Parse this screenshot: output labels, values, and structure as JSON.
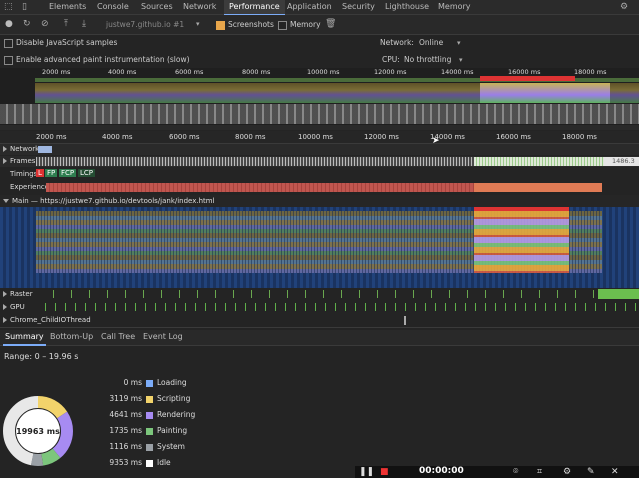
{
  "tabs": [
    "Elements",
    "Console",
    "Sources",
    "Network",
    "Performance",
    "Application",
    "Security",
    "Lighthouse",
    "Memory"
  ],
  "active_tab": "Performance",
  "toolbar": {
    "profile_select": "justwe7.github.io #1",
    "screenshots_label": "Screenshots",
    "memory_label": "Memory"
  },
  "options": {
    "disable_js_samples": "Disable JavaScript samples",
    "enable_paint_instr": "Enable advanced paint instrumentation (slow)",
    "network_label": "Network:",
    "network_value": "Online",
    "cpu_label": "CPU:",
    "cpu_value": "No throttling"
  },
  "overview_ticks": [
    "2000 ms",
    "4000 ms",
    "6000 ms",
    "8000 ms",
    "10000 ms",
    "12000 ms",
    "14000 ms",
    "16000 ms",
    "18000 ms"
  ],
  "timeline_ticks": [
    "2000 ms",
    "4000 ms",
    "6000 ms",
    "8000 ms",
    "10000 ms",
    "12000 ms",
    "14000 ms",
    "16000 ms",
    "18000 ms"
  ],
  "tracks": {
    "network": "Network",
    "frames": "Frames",
    "frames_value": "1486.3",
    "timings": "Timings",
    "timing_markers": [
      "L",
      "FP",
      "FCP",
      "LCP"
    ],
    "experience": "Experience",
    "main": "Main — https://justwe7.github.io/devtools/jank/index.html",
    "raster": "Raster",
    "gpu": "GPU",
    "child_io": "Chrome_ChildIOThread"
  },
  "bottom_tabs": [
    "Summary",
    "Bottom-Up",
    "Call Tree",
    "Event Log"
  ],
  "summary": {
    "range": "Range: 0 – 19.96 s",
    "total": "19963 ms",
    "items": [
      {
        "ms": "0 ms",
        "label": "Loading",
        "color": "#7cacf8"
      },
      {
        "ms": "3119 ms",
        "label": "Scripting",
        "color": "#f2d36b"
      },
      {
        "ms": "4641 ms",
        "label": "Rendering",
        "color": "#a78bf2"
      },
      {
        "ms": "1735 ms",
        "label": "Painting",
        "color": "#7cc67c"
      },
      {
        "ms": "1116 ms",
        "label": "System",
        "color": "#9aa0a6"
      },
      {
        "ms": "9353 ms",
        "label": "Idle",
        "color": "#ffffff"
      }
    ]
  },
  "recorder": {
    "time": "00:00:00"
  }
}
